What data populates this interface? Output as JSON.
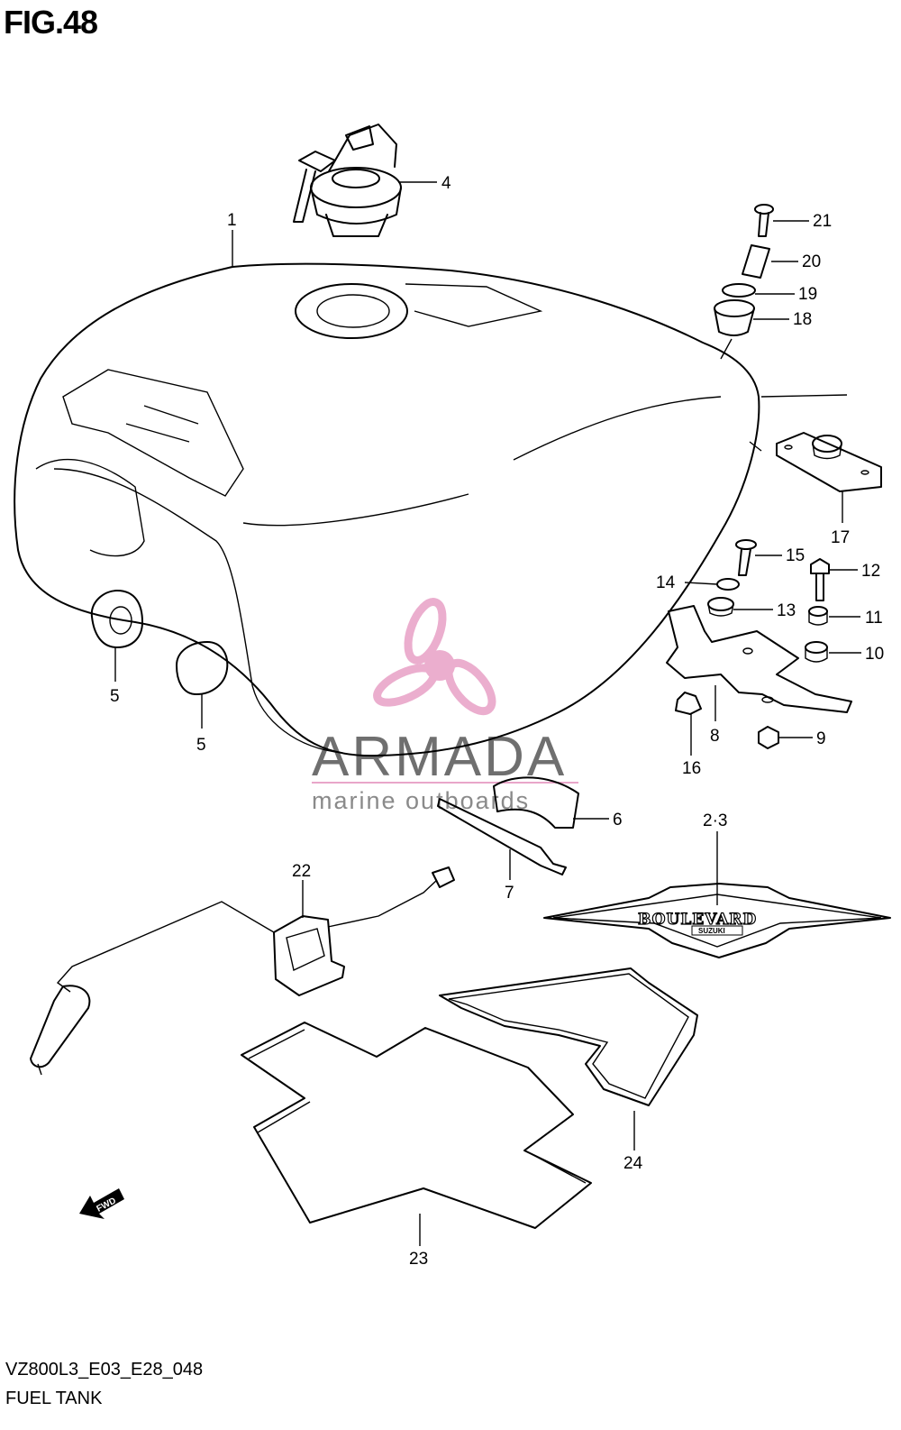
{
  "figure": {
    "title": "FIG.48",
    "code": "VZ800L3_E03_E28_048",
    "name": "FUEL TANK"
  },
  "watermark": {
    "brand": "ARMADA",
    "tagline": "marine outboards",
    "color_pink": "#e9a6c9",
    "color_text": "#6f6f6f"
  },
  "emblem": {
    "text": "BOULEVARD",
    "subtext": "SUZUKI"
  },
  "direction_marker": {
    "text": "FWD",
    "icon": "forward-arrow-icon"
  },
  "callouts": [
    {
      "id": "c1",
      "label": "1"
    },
    {
      "id": "c4",
      "label": "4"
    },
    {
      "id": "c21",
      "label": "21"
    },
    {
      "id": "c20",
      "label": "20"
    },
    {
      "id": "c19",
      "label": "19"
    },
    {
      "id": "c18",
      "label": "18"
    },
    {
      "id": "c17",
      "label": "17"
    },
    {
      "id": "c15",
      "label": "15"
    },
    {
      "id": "c12",
      "label": "12"
    },
    {
      "id": "c14",
      "label": "14"
    },
    {
      "id": "c13",
      "label": "13"
    },
    {
      "id": "c11",
      "label": "11"
    },
    {
      "id": "c10",
      "label": "10"
    },
    {
      "id": "c9",
      "label": "9"
    },
    {
      "id": "c8",
      "label": "8"
    },
    {
      "id": "c16",
      "label": "16"
    },
    {
      "id": "c5a",
      "label": "5"
    },
    {
      "id": "c5b",
      "label": "5"
    },
    {
      "id": "c6",
      "label": "6"
    },
    {
      "id": "c7",
      "label": "7"
    },
    {
      "id": "c23l",
      "label": "2·3"
    },
    {
      "id": "c22",
      "label": "22"
    },
    {
      "id": "c24",
      "label": "24"
    },
    {
      "id": "c23",
      "label": "23"
    }
  ]
}
